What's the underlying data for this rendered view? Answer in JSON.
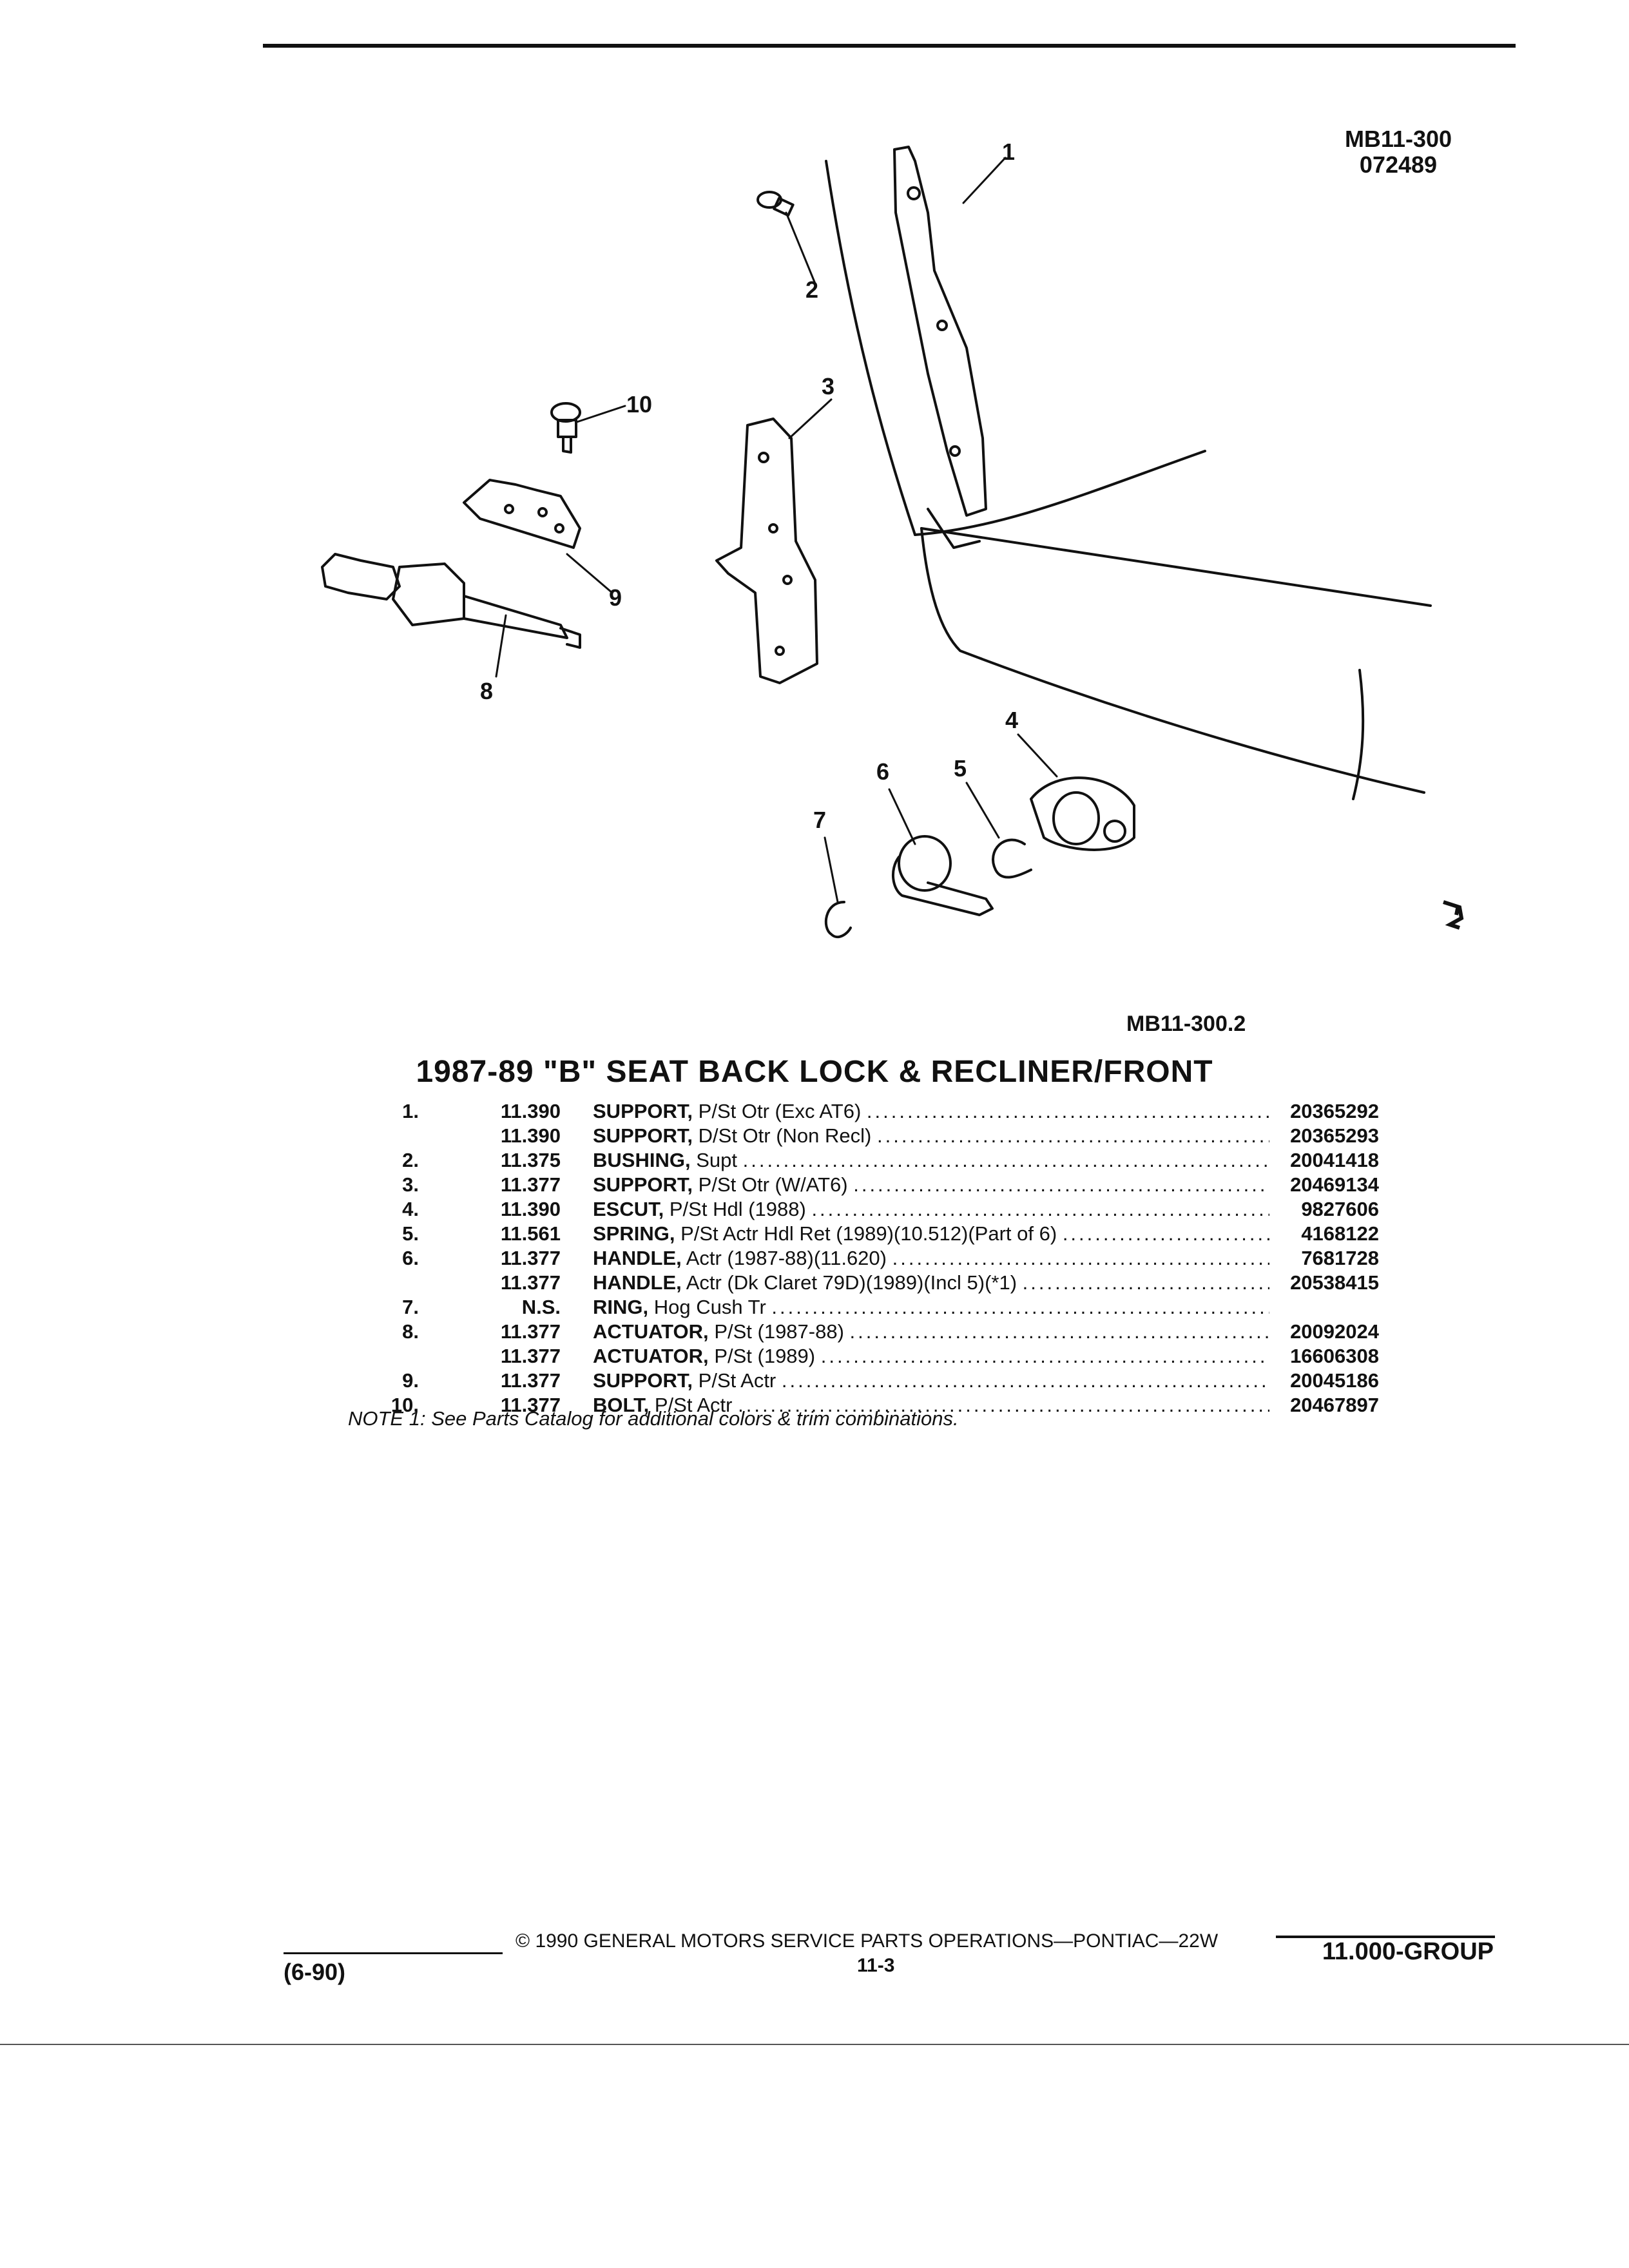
{
  "header": {
    "code_line1": "MB11-300",
    "code_line2": "072489"
  },
  "figure": {
    "callouts": [
      "1",
      "2",
      "3",
      "4",
      "5",
      "6",
      "7",
      "8",
      "9",
      "10"
    ],
    "ref": "MB11-300.2"
  },
  "title": "1987-89 \"B\" SEAT BACK LOCK & RECLINER/FRONT",
  "parts": [
    {
      "num": "1.",
      "grp": "11.390",
      "name": "SUPPORT,",
      "desc": "P/St Otr (Exc AT6)",
      "part": "20365292"
    },
    {
      "num": "",
      "grp": "11.390",
      "name": "SUPPORT,",
      "desc": "D/St Otr (Non Recl)",
      "part": "20365293"
    },
    {
      "num": "2.",
      "grp": "11.375",
      "name": "BUSHING,",
      "desc": "Supt",
      "part": "20041418"
    },
    {
      "num": "3.",
      "grp": "11.377",
      "name": "SUPPORT,",
      "desc": "P/St Otr (W/AT6)",
      "part": "20469134"
    },
    {
      "num": "4.",
      "grp": "11.390",
      "name": "ESCUT,",
      "desc": "P/St Hdl (1988)",
      "part": "9827606"
    },
    {
      "num": "5.",
      "grp": "11.561",
      "name": "SPRING,",
      "desc": "P/St Actr Hdl Ret (1989)(10.512)(Part of 6)",
      "part": "4168122"
    },
    {
      "num": "6.",
      "grp": "11.377",
      "name": "HANDLE,",
      "desc": "Actr (1987-88)(11.620)",
      "part": "7681728"
    },
    {
      "num": "",
      "grp": "11.377",
      "name": "HANDLE,",
      "desc": "Actr (Dk Claret 79D)(1989)(Incl 5)(*1)",
      "part": "20538415"
    },
    {
      "num": "7.",
      "grp": "N.S.",
      "name": "RING,",
      "desc": "Hog Cush Tr",
      "part": ""
    },
    {
      "num": "8.",
      "grp": "11.377",
      "name": "ACTUATOR,",
      "desc": "P/St (1987-88)",
      "part": "20092024"
    },
    {
      "num": "",
      "grp": "11.377",
      "name": "ACTUATOR,",
      "desc": "P/St (1989)",
      "part": "16606308"
    },
    {
      "num": "9.",
      "grp": "11.377",
      "name": "SUPPORT,",
      "desc": "P/St Actr",
      "part": "20045186"
    },
    {
      "num": "10.",
      "grp": "11.377",
      "name": "BOLT,",
      "desc": "P/St Actr",
      "part": "20467897"
    }
  ],
  "note": "NOTE 1: See Parts Catalog for additional colors & trim combinations.",
  "footer": {
    "copyright": "© 1990 GENERAL MOTORS SERVICE PARTS OPERATIONS—PONTIAC—22W",
    "page": "11-3",
    "date": "(6-90)",
    "group": "11.000-GROUP"
  }
}
